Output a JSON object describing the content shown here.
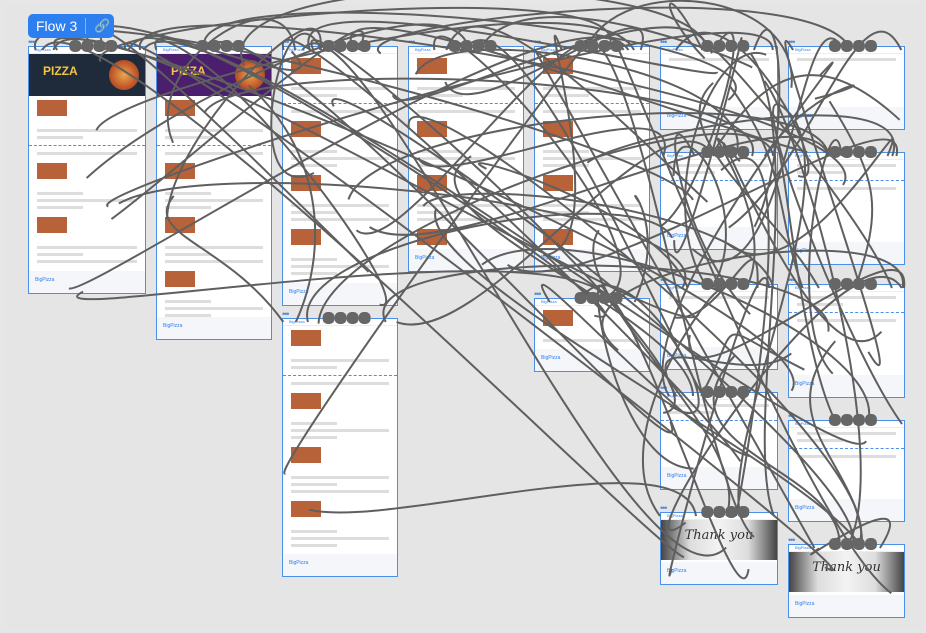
{
  "flow": {
    "label": "Flow 3",
    "link_icon": "link-icon"
  },
  "hero_text": "PIZZA",
  "thank_you_text": "Thank you",
  "brand": "BigPizza",
  "colors": {
    "accent": "#2d7ff0",
    "frame_border": "#4a90e8",
    "wire": "#5f5f5f",
    "canvas": "#e5e5e5"
  }
}
